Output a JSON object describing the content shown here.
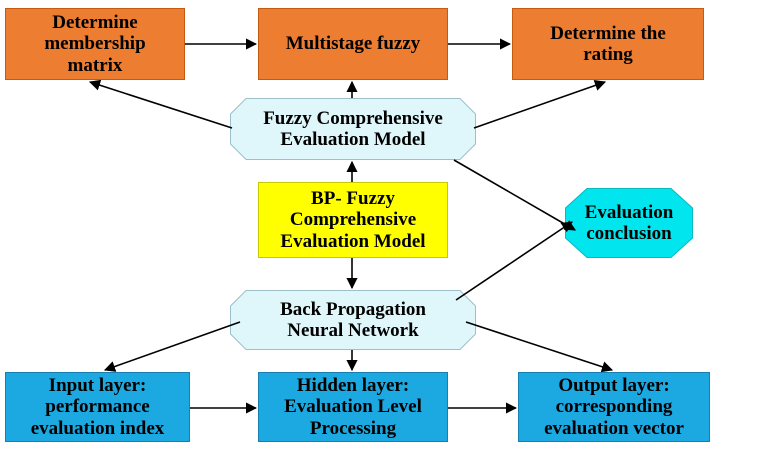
{
  "colors": {
    "orange": "#ED7D31",
    "blue": "#1CA9E1",
    "yellow": "#FFFF00",
    "light_cyan": "#DFF6FB",
    "cyan": "#00E5EE",
    "arrow": "#000000"
  },
  "nodes": {
    "membership": {
      "label": "Determine\nmembership\nmatrix"
    },
    "multistage": {
      "label": "Multistage fuzzy"
    },
    "rating": {
      "label": "Determine the\nrating"
    },
    "fuzzy_model": {
      "label": "Fuzzy Comprehensive\nEvaluation Model"
    },
    "bp_fuzzy": {
      "label": "BP- Fuzzy\nComprehensive\nEvaluation Model"
    },
    "conclusion": {
      "label": "Evaluation\nconclusion"
    },
    "bp_network": {
      "label": "Back Propagation\nNeural Network"
    },
    "input_layer": {
      "label": "Input layer:\nperformance\nevaluation index"
    },
    "hidden_layer": {
      "label": "Hidden layer:\nEvaluation Level\nProcessing"
    },
    "output_layer": {
      "label": "Output layer:\ncorresponding\nevaluation vector"
    }
  },
  "edges": [
    {
      "from": "membership",
      "to": "multistage"
    },
    {
      "from": "multistage",
      "to": "rating"
    },
    {
      "from": "fuzzy_model",
      "to": "membership"
    },
    {
      "from": "fuzzy_model",
      "to": "multistage"
    },
    {
      "from": "fuzzy_model",
      "to": "rating"
    },
    {
      "from": "bp_fuzzy",
      "to": "fuzzy_model"
    },
    {
      "from": "bp_fuzzy",
      "to": "bp_network"
    },
    {
      "from": "fuzzy_model",
      "to": "conclusion"
    },
    {
      "from": "bp_network",
      "to": "conclusion"
    },
    {
      "from": "bp_network",
      "to": "input_layer"
    },
    {
      "from": "bp_network",
      "to": "hidden_layer"
    },
    {
      "from": "bp_network",
      "to": "output_layer"
    },
    {
      "from": "input_layer",
      "to": "hidden_layer"
    },
    {
      "from": "hidden_layer",
      "to": "output_layer"
    }
  ]
}
